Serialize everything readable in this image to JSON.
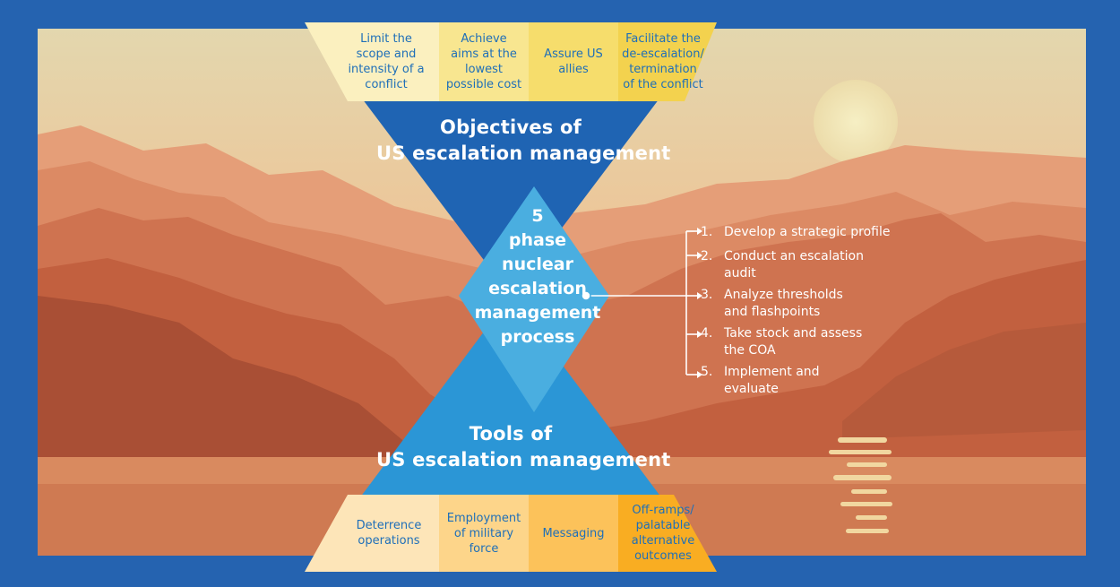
{
  "objectives": {
    "title_line1": "Objectives of",
    "title_line2": "US escalation management",
    "items": [
      [
        "Limit the",
        "scope and",
        "intensity of a",
        "conflict"
      ],
      [
        "Achieve",
        "aims at the",
        "lowest",
        "possible cost"
      ],
      [
        "Assure US",
        "allies"
      ],
      [
        "Facilitate the",
        "de-escalation/",
        "termination",
        "of the conflict"
      ]
    ]
  },
  "tools": {
    "title_line1": "Tools of",
    "title_line2": "US escalation management",
    "items": [
      [
        "Deterrence",
        "operations"
      ],
      [
        "Employment",
        "of military",
        "force"
      ],
      [
        "Messaging"
      ],
      [
        "Off-ramps/",
        "palatable",
        "alternative",
        "outcomes"
      ]
    ]
  },
  "process": {
    "lines": [
      "5",
      "phase",
      "nuclear",
      "escalation",
      "management",
      "process"
    ]
  },
  "steps": [
    {
      "num": "1.",
      "lines": [
        "Develop a strategic profile"
      ]
    },
    {
      "num": "2.",
      "lines": [
        "Conduct an escalation",
        "audit"
      ]
    },
    {
      "num": "3.",
      "lines": [
        "Analyze thresholds",
        "and flashpoints"
      ]
    },
    {
      "num": "4.",
      "lines": [
        "Take stock and assess",
        "the COA"
      ]
    },
    {
      "num": "5.",
      "lines": [
        "Implement and",
        "evaluate"
      ]
    }
  ],
  "colors": {
    "frame": "#2563b0",
    "top_triangle": "#1f64b3",
    "bottom_triangle": "#2b96d6",
    "diamond": "#4aaee0",
    "obj_cells": [
      "#fbf0bf",
      "#f8e690",
      "#f6dd6c",
      "#f3d24e"
    ],
    "tool_cells": [
      "#fde5b8",
      "#fdd58a",
      "#fcc25a",
      "#f9ad22"
    ]
  }
}
